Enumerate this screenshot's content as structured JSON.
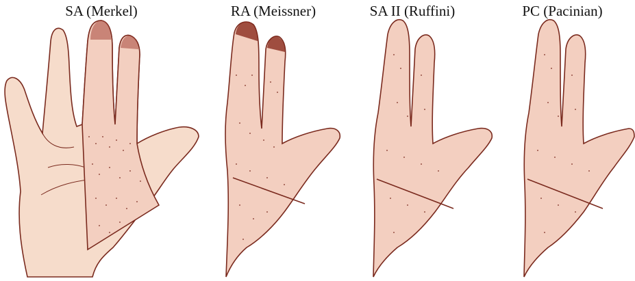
{
  "panels": [
    {
      "label": "SA (Merkel)"
    },
    {
      "label": "RA (Meissner)"
    },
    {
      "label": "SA II (Ruffini)"
    },
    {
      "label": "PC (Pacinian)"
    }
  ],
  "colors": {
    "skin": "#f6dccb",
    "outline": "#7a2a1e",
    "stipple": "#7a2a1e",
    "dense": "#8a2c1e",
    "text": "#111111"
  }
}
